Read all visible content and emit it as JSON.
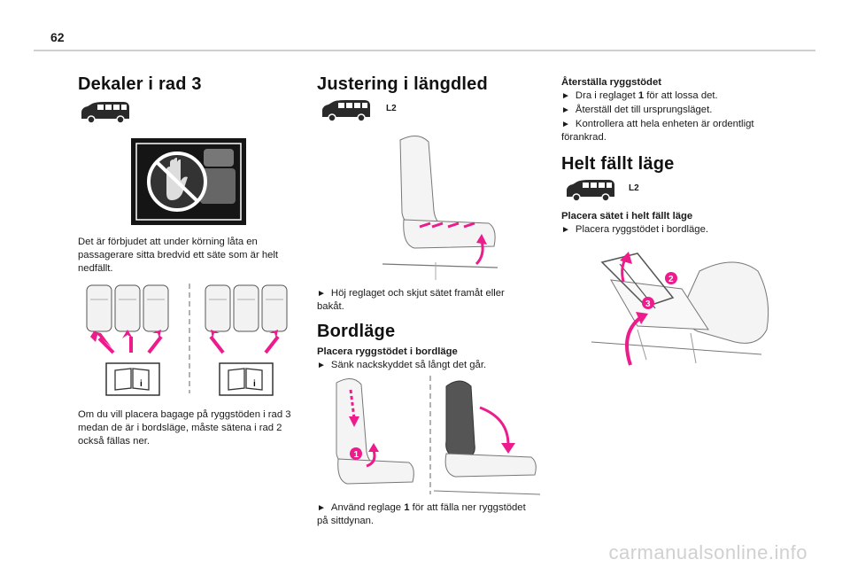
{
  "page": {
    "number": "62",
    "watermark": "carmanualsonline.info"
  },
  "col1": {
    "title": "Dekaler i rad 3",
    "para1": "Det är förbjudet att under körning låta en passagerare sitta bredvid ett säte som är helt nedfällt.",
    "para2": "Om du vill placera bagage på ryggstöden i rad 3 medan de är i bordsläge, måste sätena i rad 2 också fällas ner."
  },
  "col2": {
    "title": "Justering i längdled",
    "variant": "L2",
    "step1": "Höj reglaget och skjut sätet framåt eller bakåt.",
    "title2": "Bordläge",
    "subhead": "Placera ryggstödet i bordläge",
    "step2": "Sänk nackskyddet så långt det går.",
    "step3_pre": "Använd reglage ",
    "step3_num": "1",
    "step3_post": " för att fälla ner ryggstödet på sittdynan."
  },
  "col3": {
    "subhead": "Återställa ryggstödet",
    "step1_pre": "Dra i reglaget ",
    "step1_num": "1",
    "step1_post": " för att lossa det.",
    "step2": "Återställ det till ursprungsläget.",
    "step3": "Kontrollera att hela enheten är ordentligt förankrad.",
    "title": "Helt fällt läge",
    "variant": "L2",
    "subhead2": "Placera sätet i helt fällt läge",
    "step4": "Placera ryggstödet i bordläge."
  },
  "accent_color": "#ec1c8c",
  "icons": [
    "van-icon",
    "no-hand-warning-icon",
    "manual-book-icon",
    "seat-diagram",
    "pink-arrow"
  ]
}
